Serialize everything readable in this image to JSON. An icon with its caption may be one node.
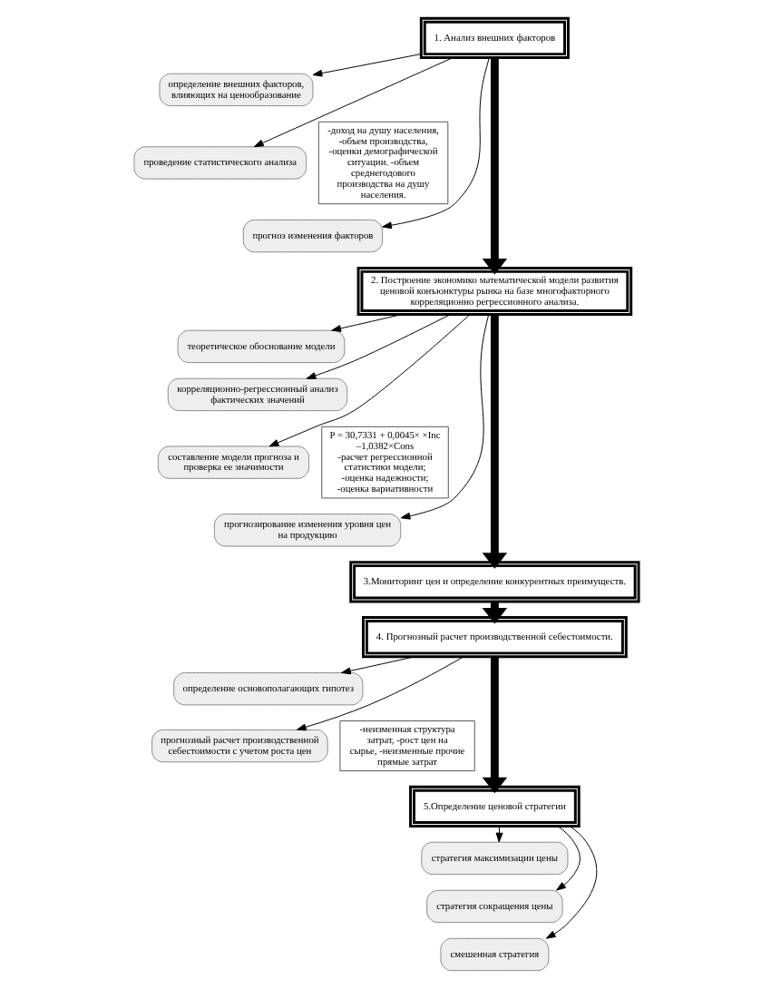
{
  "diagram": {
    "nodes": [
      {
        "text": [
          "1. Анализ внешних факторов"
        ]
      },
      {
        "text": [
          "определение внешних факторов, влияющих на ценообразование"
        ]
      },
      {
        "text": [
          "проведение статистического анализа"
        ]
      },
      {
        "text": [
          "прогноз изменения факторов"
        ]
      },
      {
        "text": [
          "-доход на душу населения, -объем производства, -оценки демографической ситуации. -объем среднегодового производства на душу населения."
        ]
      },
      {
        "text": [
          "2. Построение экономико математической модели развития ценовой конъюнктуры рынка на базе многофакторного корреляционно регрессионного анализа."
        ]
      },
      {
        "text": [
          "теоретическое обоснование модели"
        ]
      },
      {
        "text": [
          "корреляционно-регрессионный анализ фактических значений"
        ]
      },
      {
        "text": [
          "составление модели прогноза и проверка ее значимости"
        ]
      },
      {
        "text": [
          "прогнозирование изменения уровня цен на продукцию"
        ]
      },
      {
        "text": [
          "P = 30,7331 + 0,0045× ×Inc –1,0382×Cons",
          "-расчет регрессионной статистики модели;",
          "-оценка надежности; -оценка вариативности"
        ]
      },
      {
        "text": [
          "3.Мониторинг цен и определение конкурентных преимуществ."
        ]
      },
      {
        "text": [
          "4. Прогнозный расчет производственной себестоимости."
        ]
      },
      {
        "text": [
          "определение основополагающих гипотез"
        ]
      },
      {
        "text": [
          "прогнозный расчет производственной себестоимости с учетом роста цен"
        ]
      },
      {
        "text": [
          "-неизменная структура затрат, -рост цен на сырье, -неизменные прочие прямые затрат"
        ]
      },
      {
        "text": [
          "5.Определение ценовой стратегии"
        ]
      },
      {
        "text": [
          "стратегия максимизации цены"
        ]
      },
      {
        "text": [
          "стратегия сокращения цены"
        ]
      },
      {
        "text": [
          "смешенная стратегия"
        ]
      }
    ],
    "edges": [
      {
        "from": 0,
        "to": 5,
        "arrow": "to",
        "style": "thick"
      },
      {
        "from": 5,
        "to": 11,
        "arrow": "to",
        "style": "thick"
      },
      {
        "from": 11,
        "to": 12,
        "arrow": "to",
        "style": "thick"
      },
      {
        "from": 12,
        "to": 16,
        "arrow": "to",
        "style": "thick"
      },
      {
        "from": 0,
        "to": 1,
        "arrow": "to"
      },
      {
        "from": 0,
        "to": 2,
        "arrow": "to"
      },
      {
        "from": 0,
        "to": 3,
        "arrow": "to"
      },
      {
        "from": 5,
        "to": 6,
        "arrow": "to"
      },
      {
        "from": 5,
        "to": 7,
        "arrow": "to"
      },
      {
        "from": 5,
        "to": 8,
        "arrow": "to"
      },
      {
        "from": 5,
        "to": 9,
        "arrow": "to"
      },
      {
        "from": 12,
        "to": 13,
        "arrow": "to"
      },
      {
        "from": 12,
        "to": 14,
        "arrow": "to"
      },
      {
        "from": 16,
        "to": 17,
        "arrow": "to"
      },
      {
        "from": 16,
        "to": 18,
        "arrow": "to"
      },
      {
        "from": 16,
        "to": 19,
        "arrow": "to"
      }
    ]
  }
}
